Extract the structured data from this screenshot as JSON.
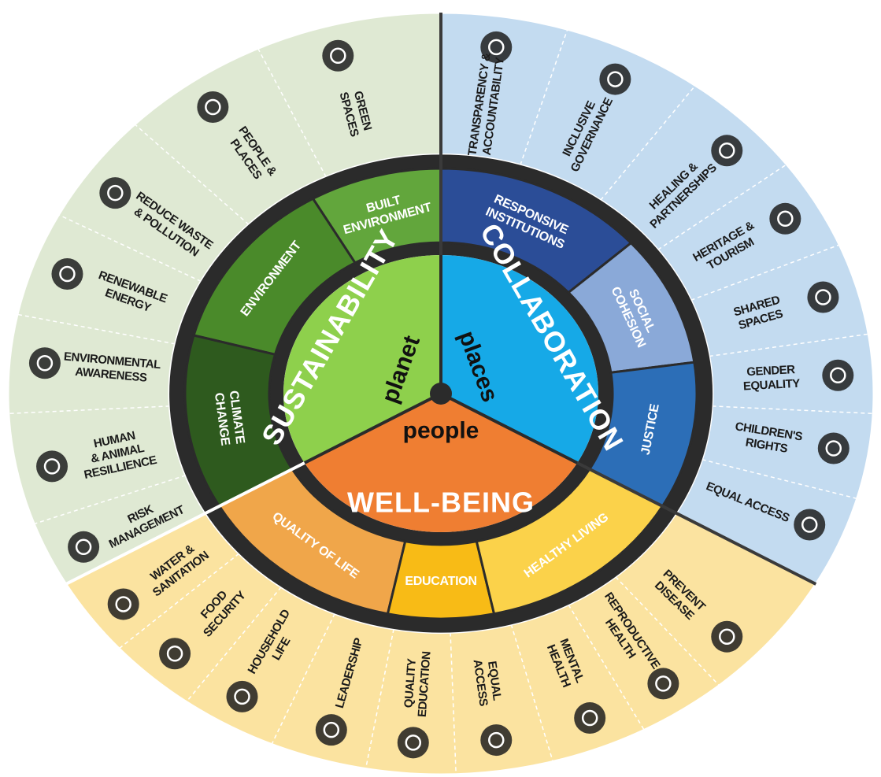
{
  "colors": {
    "outer_green": "#dfe9d3",
    "outer_blue": "#c3dbf0",
    "outer_yellow": "#fbe3a0",
    "ring_dark": "#2b2b2b",
    "sustainability": "#8ed04c",
    "collaboration": "#16a9e7",
    "wellbeing": "#ef7e32",
    "environment": "#4a8a2a",
    "built_environment": "#62a63c",
    "climate_change": "#2e5a1e",
    "responsive_institutions": "#2b4d97",
    "social_cohesion": "#8aa9d8",
    "justice": "#2c6eb7",
    "quality_of_life": "#f0a64a",
    "education": "#f8bb16",
    "healthy_living": "#fbd24a"
  },
  "core": {
    "pillars": [
      {
        "id": "sustainability",
        "label": "SUSTAINABILITY",
        "core_word": "planet"
      },
      {
        "id": "collaboration",
        "label": "COLLABORATION",
        "core_word": "places"
      },
      {
        "id": "wellbeing",
        "label": "WELL-BEING",
        "core_word": "people"
      }
    ]
  },
  "middle_ring": [
    {
      "id": "built-environment",
      "lines": [
        "BUILT",
        "ENVIRONMENT"
      ],
      "color": "#62a63c"
    },
    {
      "id": "environment",
      "lines": [
        "ENVIRONMENT"
      ],
      "color": "#4a8a2a"
    },
    {
      "id": "climate-change",
      "lines": [
        "CLIMATE",
        "CHANGE"
      ],
      "color": "#2e5a1e"
    },
    {
      "id": "responsive-institutions",
      "lines": [
        "RESPONSIVE",
        "INSTITUTIONS"
      ],
      "color": "#2b4d97"
    },
    {
      "id": "social-cohesion",
      "lines": [
        "SOCIAL",
        "COHESION"
      ],
      "color": "#8aa9d8"
    },
    {
      "id": "justice",
      "lines": [
        "JUSTICE"
      ],
      "color": "#2c6eb7"
    },
    {
      "id": "quality-of-life",
      "lines": [
        "QUALITY OF LIFE"
      ],
      "color": "#f0a64a"
    },
    {
      "id": "education",
      "lines": [
        "EDUCATION"
      ],
      "color": "#f8bb16"
    },
    {
      "id": "healthy-living",
      "lines": [
        "HEALTHY LIVING"
      ],
      "color": "#fbd24a"
    }
  ],
  "outer_ring": [
    {
      "id": "green-spaces",
      "lines": [
        "GREEN",
        "SPACES"
      ],
      "icon": "forest-icon"
    },
    {
      "id": "people-places",
      "lines": [
        "PEOPLE &",
        "PLACES"
      ],
      "icon": "network-icon"
    },
    {
      "id": "reduce-waste",
      "lines": [
        "REDUCE WASTE",
        "& POLLUTION"
      ],
      "icon": "recycle-icon"
    },
    {
      "id": "renewable-energy",
      "lines": [
        "RENEWABLE",
        "ENERGY"
      ],
      "icon": "wind-turbine-icon"
    },
    {
      "id": "environmental-awareness",
      "lines": [
        "ENVIRONMENTAL",
        "AWARENESS"
      ],
      "icon": "hazard-sign-icon"
    },
    {
      "id": "human-animal-resillience",
      "lines": [
        "HUMAN",
        "& ANIMAL",
        "RESILLIENCE"
      ],
      "icon": "donkey-icon"
    },
    {
      "id": "risk-management",
      "lines": [
        "RISK",
        "MANAGEMENT"
      ],
      "icon": "fire-warning-icon"
    },
    {
      "id": "transparency",
      "lines": [
        "TRANSPARENCY &",
        "ACCOUNTABILITY"
      ],
      "icon": "magnifier-icon"
    },
    {
      "id": "inclusive-governance",
      "lines": [
        "INCLUSIVE",
        "GOVERNANCE"
      ],
      "icon": "people-group-icon"
    },
    {
      "id": "healing-partnerships",
      "lines": [
        "HEALING &",
        "PARTNERSHIPS"
      ],
      "icon": "chat-people-icon"
    },
    {
      "id": "heritage-tourism",
      "lines": [
        "HERITAGE &",
        "TOURISM"
      ],
      "icon": "dhow-icon"
    },
    {
      "id": "shared-spaces",
      "lines": [
        "SHARED",
        "SPACES"
      ],
      "icon": "meeting-icon"
    },
    {
      "id": "gender-equality",
      "lines": [
        "GENDER",
        "EQUALITY"
      ],
      "icon": "gender-icon"
    },
    {
      "id": "childrens-rights",
      "lines": [
        "CHILDREN'S",
        "RIGHTS"
      ],
      "icon": "family-icon"
    },
    {
      "id": "equal-access-justice",
      "lines": [
        "EQUAL ACCESS"
      ],
      "icon": "scales-icon"
    },
    {
      "id": "prevent-disease",
      "lines": [
        "PREVENT",
        "DISEASE"
      ],
      "icon": "heartbeat-icon"
    },
    {
      "id": "reproductive-health",
      "lines": [
        "REPRODUCTIVE",
        "HEALTH"
      ],
      "icon": "reproductive-icon"
    },
    {
      "id": "mental-health",
      "lines": [
        "MENTAL",
        "HEALTH"
      ],
      "icon": "mind-gears-icon"
    },
    {
      "id": "equal-access-education",
      "lines": [
        "EQUAL",
        "ACCESS"
      ],
      "icon": "book-icon"
    },
    {
      "id": "quality-education",
      "lines": [
        "QUALITY",
        "EDUCATION"
      ],
      "icon": "graduate-icon"
    },
    {
      "id": "leadership",
      "lines": [
        "LEADERSHIP"
      ],
      "icon": "leader-icon"
    },
    {
      "id": "household-life",
      "lines": [
        "HOUSEHOLD",
        "LIFE"
      ],
      "icon": "house-icon"
    },
    {
      "id": "food-security",
      "lines": [
        "FOOD",
        "SECURITY"
      ],
      "icon": "bowl-icon"
    },
    {
      "id": "water-sanitation",
      "lines": [
        "WATER &",
        "SANITATION"
      ],
      "icon": "water-drop-icon"
    }
  ]
}
